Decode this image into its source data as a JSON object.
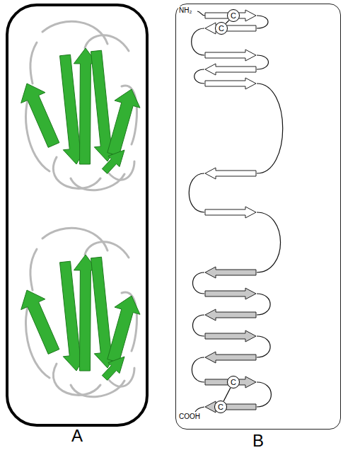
{
  "diagram": {
    "nodes": [
      {
        "text": [
          "A"
        ]
      },
      {
        "text": [
          "B"
        ]
      },
      {
        "text": [
          "C"
        ],
        "in": 1
      },
      {
        "text": [
          "C"
        ],
        "in": 1
      },
      {
        "text": [
          "C"
        ],
        "in": 1
      },
      {
        "text": [
          "C"
        ],
        "in": 1
      }
    ],
    "edges": [
      {
        "from": 2,
        "to": 3,
        "arrow": "none"
      },
      {
        "from": 4,
        "to": 5,
        "arrow": "none"
      }
    ],
    "labels": [
      "NH₂",
      "COOH"
    ]
  }
}
